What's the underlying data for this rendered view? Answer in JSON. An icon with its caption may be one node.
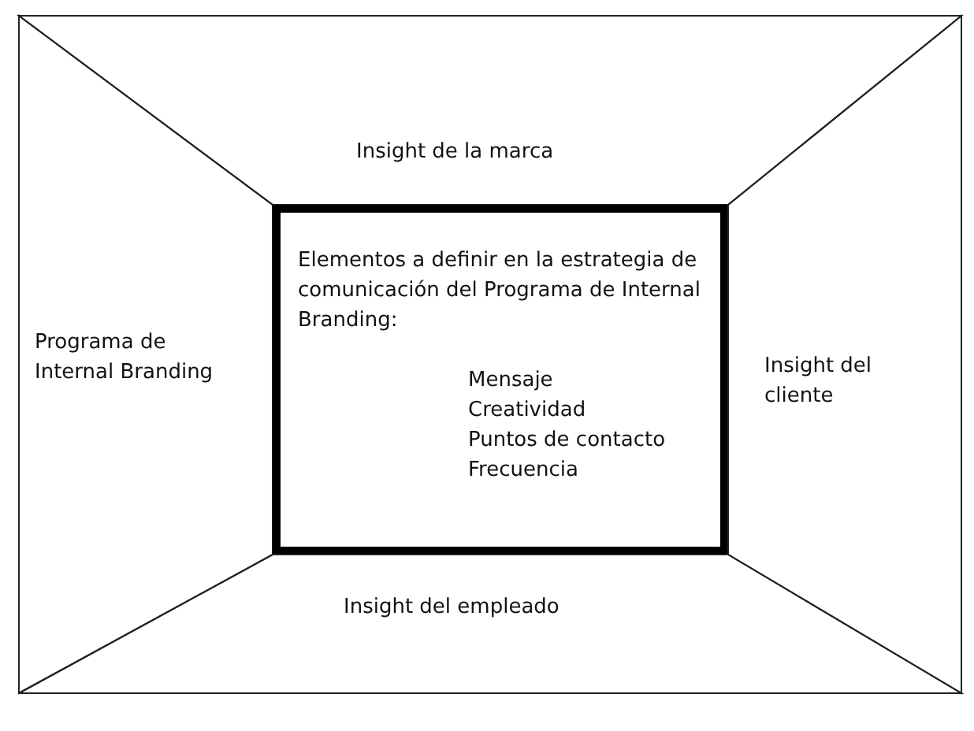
{
  "diagram": {
    "nodes": [
      {
        "text": [
          "Insight de la marca"
        ]
      },
      {
        "text": [
          "Programa de Internal Branding"
        ]
      },
      {
        "text": [
          "Elementos a definir en la estrategia de comunicación del Programa de Internal Branding:",
          "Mensaje",
          "Creatividad",
          "Puntos de contacto",
          "Frecuencia"
        ]
      },
      {
        "text": [
          "Insight del cliente"
        ]
      },
      {
        "text": [
          "Insight del empleado"
        ]
      }
    ]
  }
}
